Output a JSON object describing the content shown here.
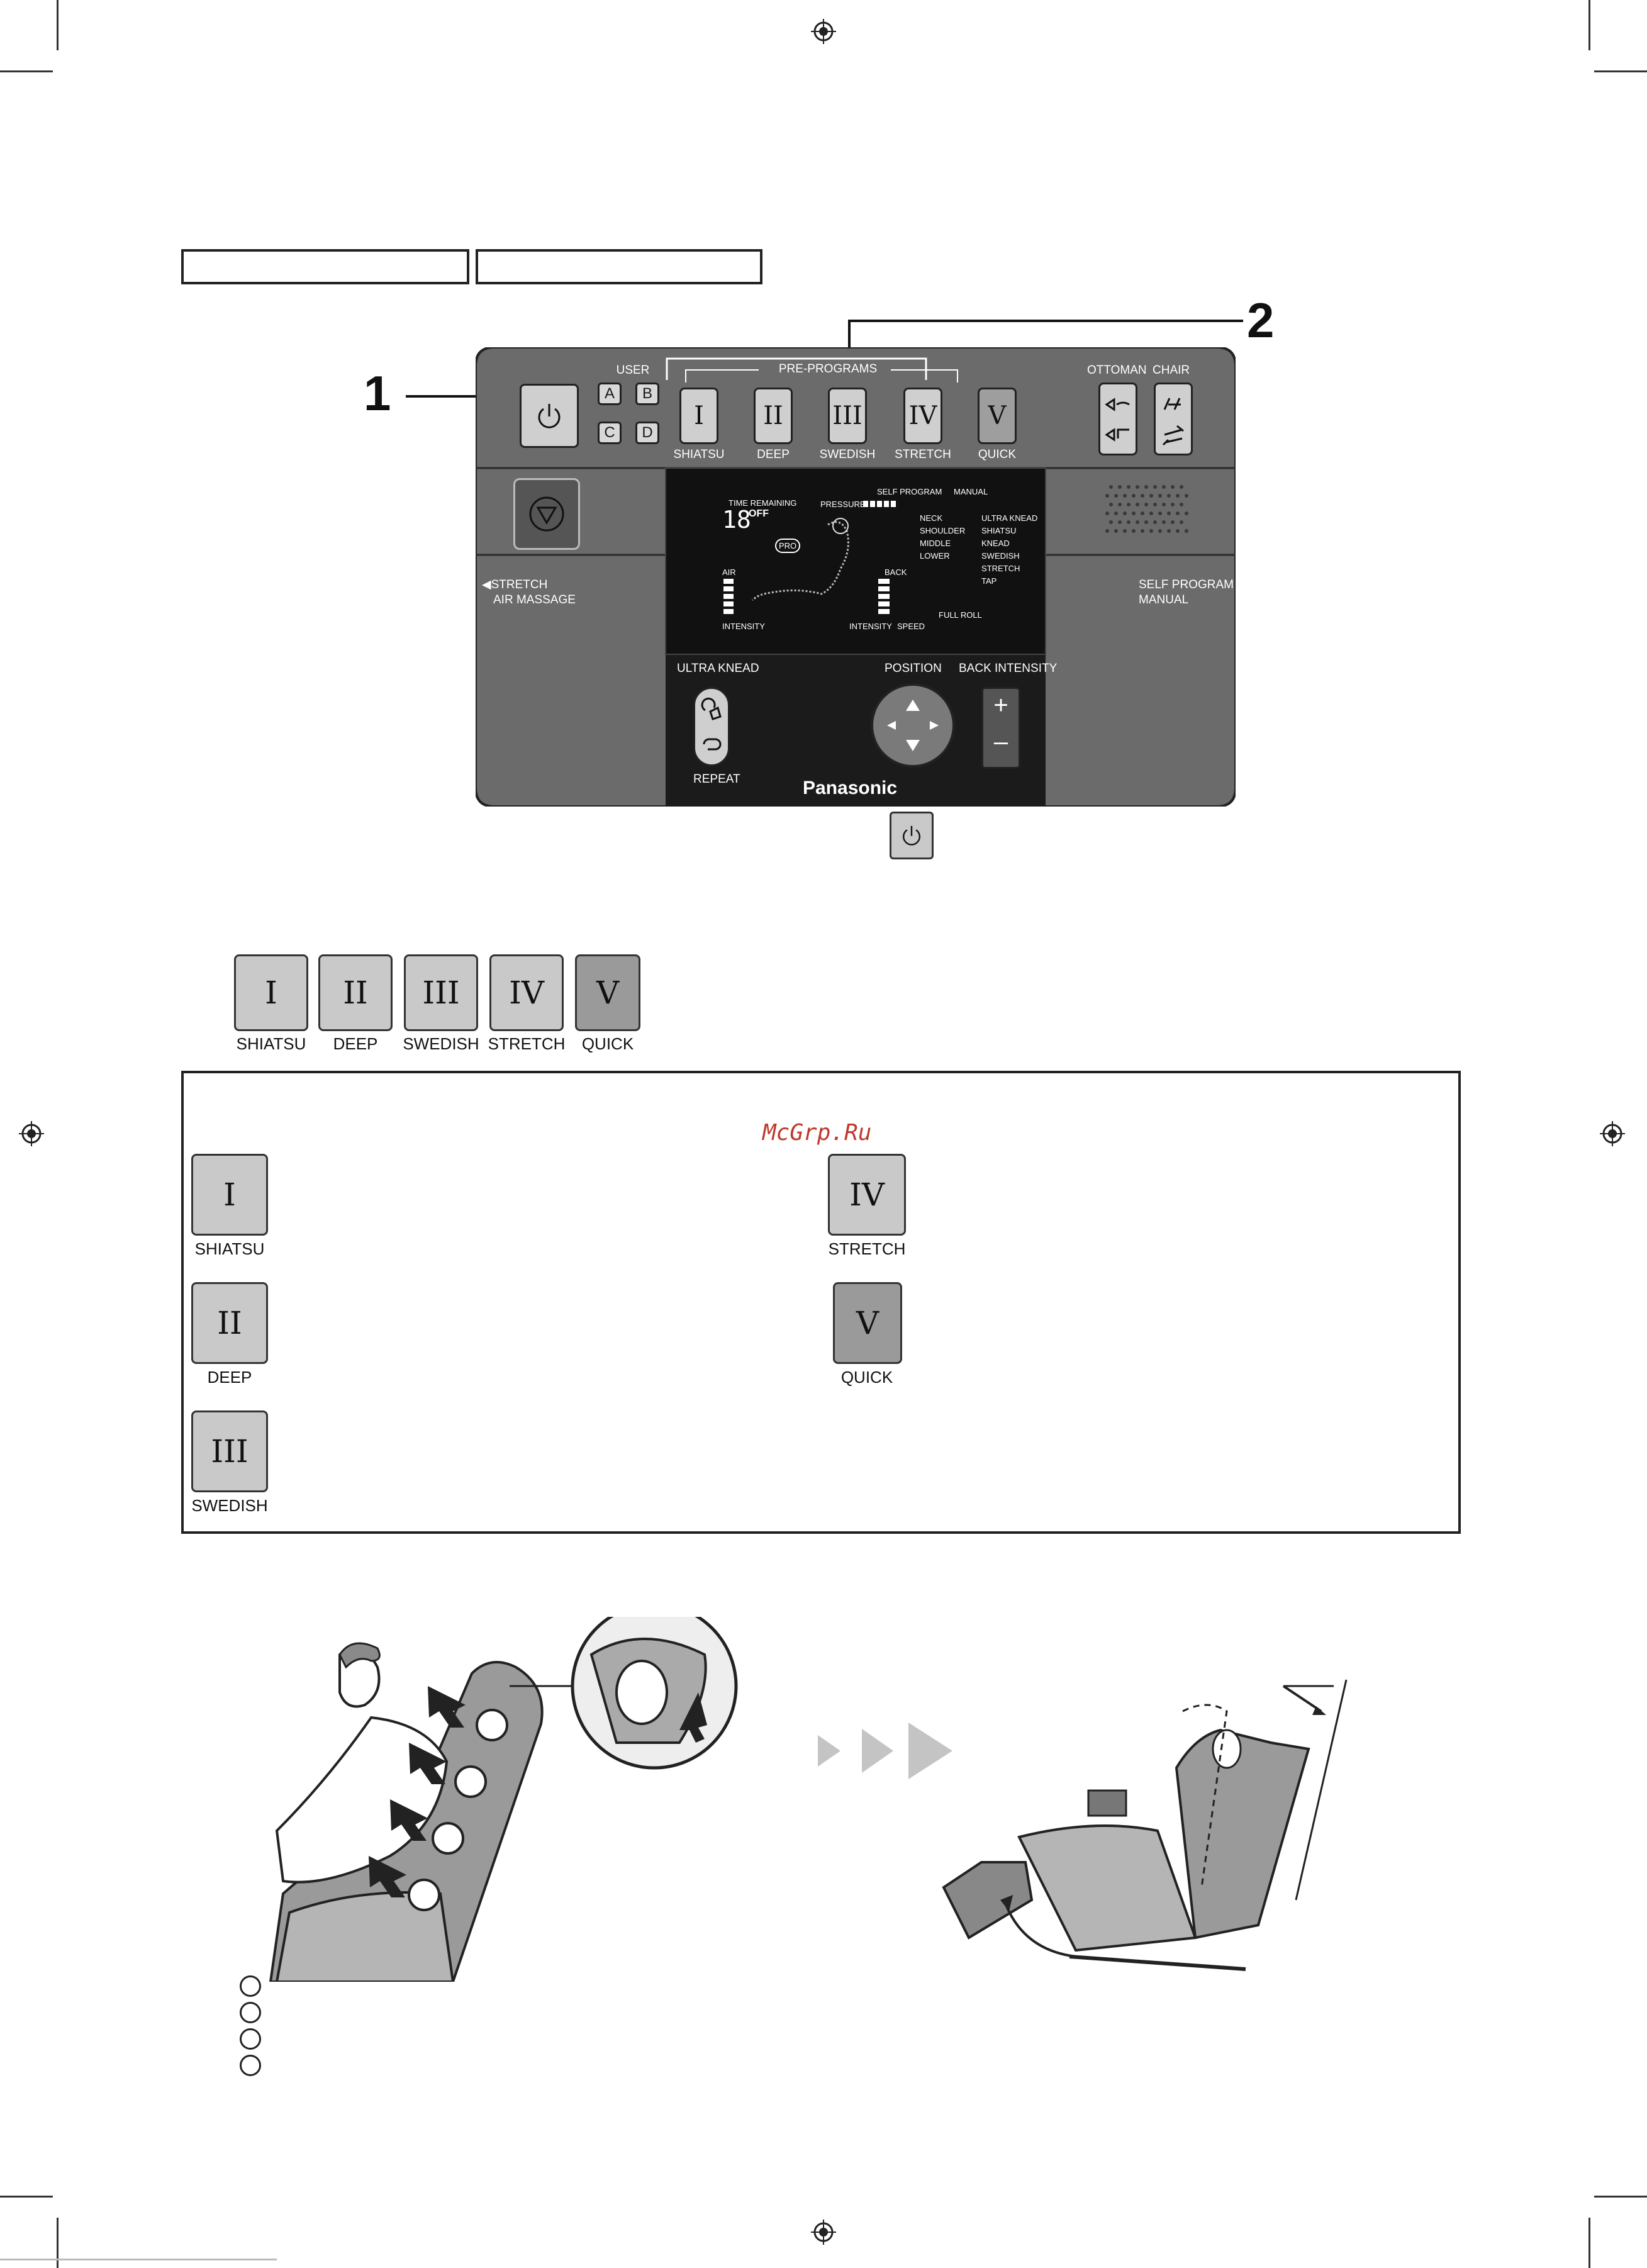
{
  "header_boxes": [
    "",
    ""
  ],
  "callouts": {
    "one": "1",
    "two": "2"
  },
  "panel": {
    "user_label": "USER",
    "user_buttons": [
      "A",
      "B",
      "C",
      "D"
    ],
    "preprograms_label": "PRE-PROGRAMS",
    "programs": [
      {
        "numeral": "I",
        "name": "SHIATSU"
      },
      {
        "numeral": "II",
        "name": "DEEP"
      },
      {
        "numeral": "III",
        "name": "SWEDISH"
      },
      {
        "numeral": "IV",
        "name": "STRETCH"
      },
      {
        "numeral": "V",
        "name": "QUICK"
      }
    ],
    "ottoman_label": "OTTOMAN",
    "chair_label": "CHAIR",
    "left_side_label_1": "STRETCH",
    "left_side_label_2": "AIR MASSAGE",
    "right_side_label_1": "SELF PROGRAM",
    "right_side_label_2": "MANUAL",
    "lcd": {
      "time_remaining": "TIME REMAINING",
      "time_value": "18",
      "off": "OFF",
      "pressure": "PRESSURE",
      "self_program": "SELF PROGRAM",
      "manual": "MANUAL",
      "areas": [
        "NECK",
        "SHOULDER",
        "MIDDLE",
        "LOWER"
      ],
      "techniques": [
        "ULTRA KNEAD",
        "SHIATSU",
        "KNEAD",
        "SWEDISH",
        "STRETCH",
        "TAP"
      ],
      "air": "AIR",
      "back": "BACK",
      "intensity_left": "INTENSITY",
      "intensity_right": "INTENSITY",
      "speed": "SPEED",
      "full_roll": "FULL ROLL",
      "pro_badge": "PRO"
    },
    "ultra_knead": "ULTRA KNEAD",
    "repeat": "REPEAT",
    "position": "POSITION",
    "back_intensity": "BACK INTENSITY",
    "plus": "+",
    "minus": "–",
    "brand": "Panasonic"
  },
  "program_row": [
    {
      "numeral": "I",
      "name": "SHIATSU"
    },
    {
      "numeral": "II",
      "name": "DEEP"
    },
    {
      "numeral": "III",
      "name": "SWEDISH"
    },
    {
      "numeral": "IV",
      "name": "STRETCH"
    },
    {
      "numeral": "V",
      "name": "QUICK"
    }
  ],
  "watermark": "McGrp.Ru",
  "box_programs": {
    "left": [
      {
        "numeral": "I",
        "name": "SHIATSU"
      },
      {
        "numeral": "II",
        "name": "DEEP"
      },
      {
        "numeral": "III",
        "name": "SWEDISH"
      }
    ],
    "right": [
      {
        "numeral": "IV",
        "name": "STRETCH"
      },
      {
        "numeral": "V",
        "name": "QUICK"
      }
    ]
  },
  "colors": {
    "panel": "#6b6b6b",
    "lcd": "#1b1b1b",
    "button": "#cfcfcf",
    "accent_watermark": "#c0392b"
  },
  "icons": [
    "power-icon",
    "stop-icon",
    "ottoman-icon",
    "chair-icon",
    "play-arrow-icon",
    "registration-mark-icon"
  ]
}
